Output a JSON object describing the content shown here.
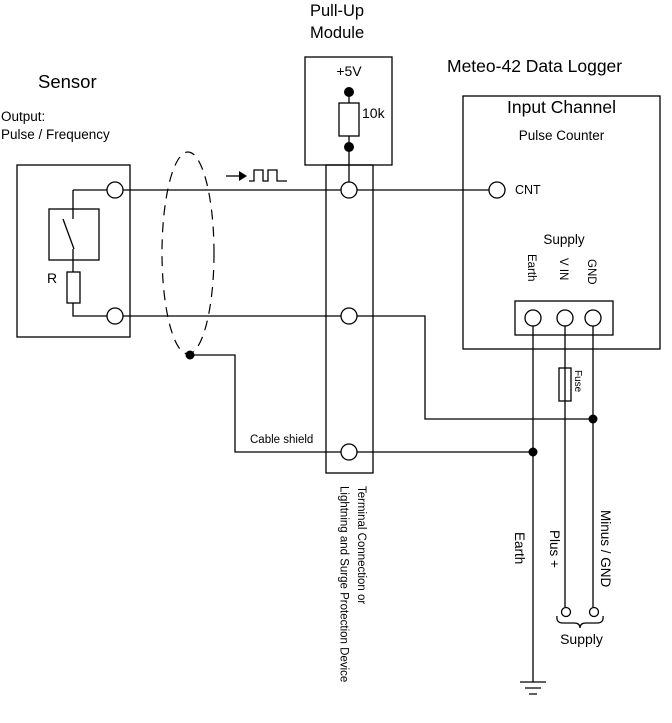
{
  "sensor": {
    "title": "Sensor",
    "output_label": "Output:\nPulse / Frequency",
    "resistor_label": "R"
  },
  "pullup": {
    "title": "Pull-Up\nModule",
    "voltage": "+5V",
    "resistor_value": "10k"
  },
  "logger": {
    "title": "Meteo-42 Data Logger",
    "input_channel": "Input Channel",
    "pulse_counter": "Pulse Counter",
    "cnt_label": "CNT",
    "supply_label": "Supply",
    "terminals": [
      {
        "label": "Earth"
      },
      {
        "label": "V IN"
      },
      {
        "label": "GND"
      }
    ]
  },
  "wiring": {
    "fuse_label": "Fuse",
    "cable_shield_label": "Cable shield",
    "protection_label": "Terminal Connection or\nLightning and Surge Protection Device",
    "earth_label": "Earth",
    "plus_label": "Plus +",
    "minus_label": "Minus / GND",
    "supply_label": "Supply"
  },
  "colors": {
    "line": "#000000",
    "background": "#ffffff"
  }
}
